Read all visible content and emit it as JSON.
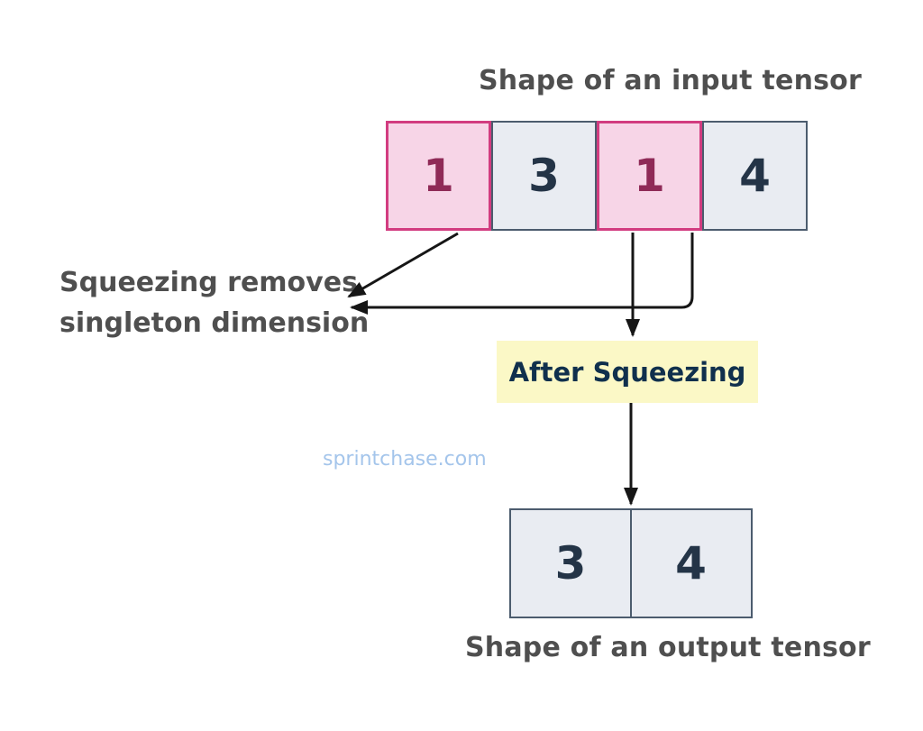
{
  "titles": {
    "input": "Shape of an input tensor",
    "output": "Shape of an output tensor"
  },
  "note": {
    "line1": "Squeezing removes",
    "line2": "singleton dimension"
  },
  "after_squeezing_label": "After Squeezing",
  "watermark": "sprintchase.com",
  "input_tensor": {
    "cells": [
      {
        "value": "1",
        "singleton": true
      },
      {
        "value": "3",
        "singleton": false
      },
      {
        "value": "1",
        "singleton": true
      },
      {
        "value": "4",
        "singleton": false
      }
    ]
  },
  "output_tensor": {
    "cells": [
      {
        "value": "3"
      },
      {
        "value": "4"
      }
    ]
  },
  "colors": {
    "pink_bg": "#f7d5e7",
    "pink_border": "#d23c80",
    "slate_bg": "#e9ecf2",
    "slate_border": "#4c5c6e",
    "navy_text": "#243447",
    "magenta_text": "#8f2a57",
    "gray_text": "#4f4f4f",
    "yellow_bg": "#fbf8c6",
    "yellow_text": "#10304d",
    "watermark": "#a4c5eb",
    "arrow": "#161616"
  }
}
